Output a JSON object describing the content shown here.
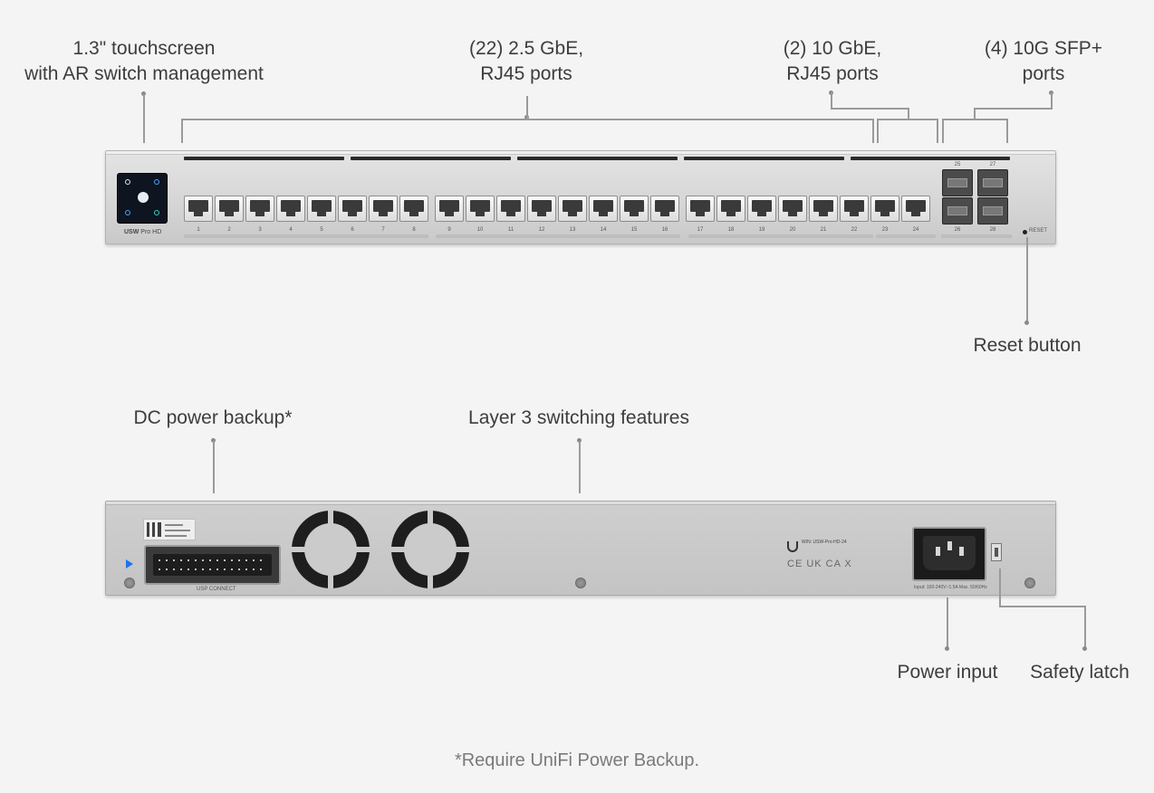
{
  "front": {
    "callouts": {
      "touchscreen": [
        "1.3\" touchscreen",
        "with AR switch management"
      ],
      "rj45_25g": [
        "(22) 2.5 GbE,",
        "RJ45 ports"
      ],
      "rj45_10g": [
        "(2) 10 GbE,",
        "RJ45 ports"
      ],
      "sfp": [
        "(4) 10G SFP+",
        "ports"
      ],
      "reset": "Reset button"
    },
    "device": {
      "model": "USW",
      "model_sub": "Pro HD",
      "reset_label": "RESET"
    },
    "port_numbers": [
      "1",
      "2",
      "3",
      "4",
      "5",
      "6",
      "7",
      "8",
      "9",
      "10",
      "11",
      "12",
      "13",
      "14",
      "15",
      "16",
      "17",
      "18",
      "19",
      "20",
      "21",
      "22",
      "23",
      "24"
    ],
    "sfp_numbers": [
      "25",
      "27",
      "26",
      "28"
    ]
  },
  "rear": {
    "callouts": {
      "dc_power": "DC power backup*",
      "layer3": "Layer 3 switching features",
      "power_input": "Power input",
      "safety_latch": "Safety latch"
    },
    "device": {
      "dc_connector_label": "USP CONNECT",
      "rear_model": "W/N: USW-Pro-HD-24",
      "cert_marks": "CE UK CA X",
      "power_spec": "Input: 100-240V~1.5A Max. 50/60Hz"
    }
  },
  "footnote": "*Require UniFi Power Backup.",
  "colors": {
    "background": "#f4f4f4",
    "chassis": "#d8d8d8",
    "led_blue": "#1e73e8",
    "leader": "#9a9a9a"
  }
}
